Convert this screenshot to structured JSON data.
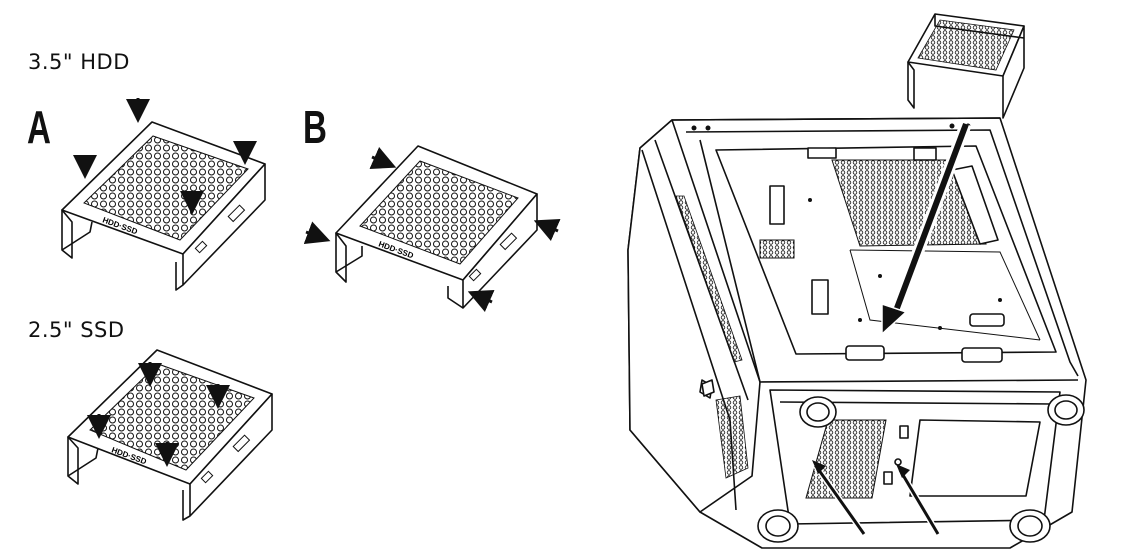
{
  "labels": {
    "hdd": "3.5\" HDD",
    "ssd": "2.5\" SSD",
    "step_a": "A",
    "step_b": "B"
  },
  "bracket_text": "HDD·SSD",
  "colors": {
    "ink": "#111111",
    "background": "#ffffff"
  },
  "icons": [
    "push-arrow-icon",
    "insert-arrow-icon"
  ]
}
